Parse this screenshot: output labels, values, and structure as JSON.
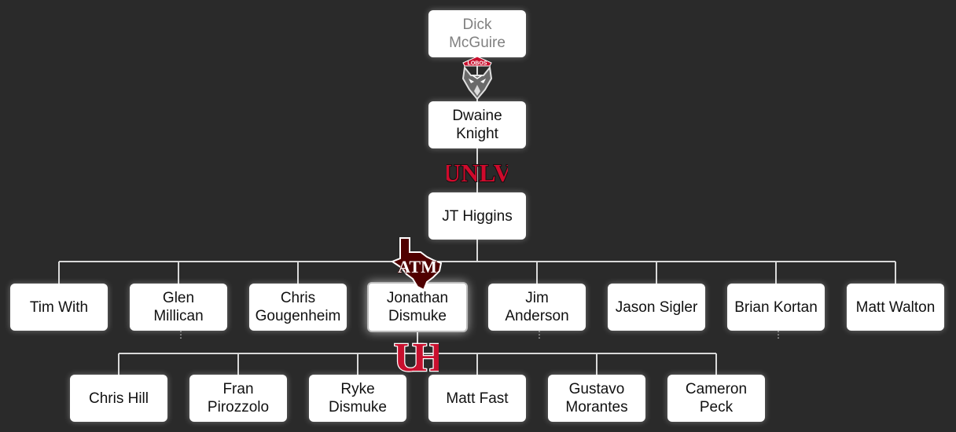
{
  "chart_data": {
    "type": "diagram",
    "nodes": {
      "root": {
        "label": "Dick\nMcGuire",
        "faded": true
      },
      "level1": {
        "label": "Dwaine\nKnight"
      },
      "level2": {
        "label": "JT Higgins"
      },
      "row1": [
        {
          "label": "Tim With",
          "more": false
        },
        {
          "label": "Glen\nMillican",
          "more": true
        },
        {
          "label": "Chris\nGougenheim",
          "more": false
        },
        {
          "label": "Jonathan\nDismuke",
          "more": false,
          "highlight": true
        },
        {
          "label": "Jim\nAnderson",
          "more": true
        },
        {
          "label": "Jason Sigler",
          "more": false
        },
        {
          "label": "Brian Kortan",
          "more": true
        },
        {
          "label": "Matt Walton",
          "more": false
        }
      ],
      "row2": [
        {
          "label": "Chris Hill"
        },
        {
          "label": "Fran\nPirozzolo"
        },
        {
          "label": "Ryke\nDismuke"
        },
        {
          "label": "Matt Fast"
        },
        {
          "label": "Gustavo\nMorantes"
        },
        {
          "label": "Cameron\nPeck"
        }
      ]
    },
    "edges": [
      [
        "root",
        "level1"
      ],
      [
        "level1",
        "level2"
      ],
      [
        "level2",
        "row1"
      ],
      [
        "row1.3",
        "row2"
      ]
    ]
  },
  "logos": {
    "lobos": {
      "icon": "wolf-head-icon",
      "banner_text": "LOBOS",
      "banner_color": "#c8102e",
      "outline_color": "#cfcfcf"
    },
    "unlv": {
      "icon": "unlv-wordmark-icon",
      "text": "UNLV",
      "color": "#cf0a2c",
      "outline_color": "#111111"
    },
    "tamu": {
      "icon": "texas-am-logo-icon",
      "text": "ATM",
      "color": "#500000",
      "outline_color": "#ffffff"
    },
    "uh": {
      "icon": "uh-interlocking-logo-icon",
      "text": "UH",
      "color": "#c8102e",
      "outline_color": "#ffffff"
    }
  },
  "colors": {
    "background": "#2a2a2a",
    "connector": "#d9d9d9",
    "node_fill": "#ffffff",
    "faded_text": "#808080"
  }
}
